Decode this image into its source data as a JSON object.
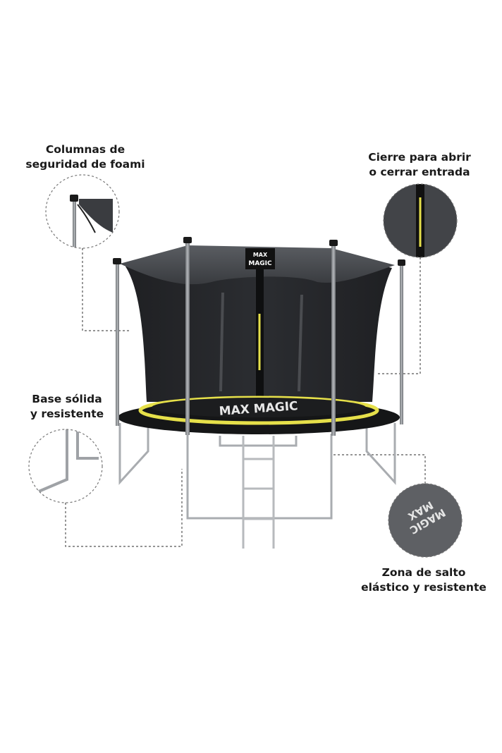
{
  "brand_logo": "MAX MAGIC",
  "callouts": {
    "columns": {
      "line1": "Columnas de",
      "line2": "seguridad de foami"
    },
    "zipper": {
      "line1": "Cierre para abrir",
      "line2": "o cerrar entrada"
    },
    "base": {
      "line1": "Base sólida",
      "line2": "y resistente"
    },
    "zone": {
      "line1": "Zona de salto",
      "line2": "elástico y resistente"
    }
  },
  "colors": {
    "net": "#3a3c40",
    "frame": "#8f9296",
    "accent_yellow": "#e6e04a",
    "mat": "#151617",
    "caption_text": "#1a1a1a"
  }
}
